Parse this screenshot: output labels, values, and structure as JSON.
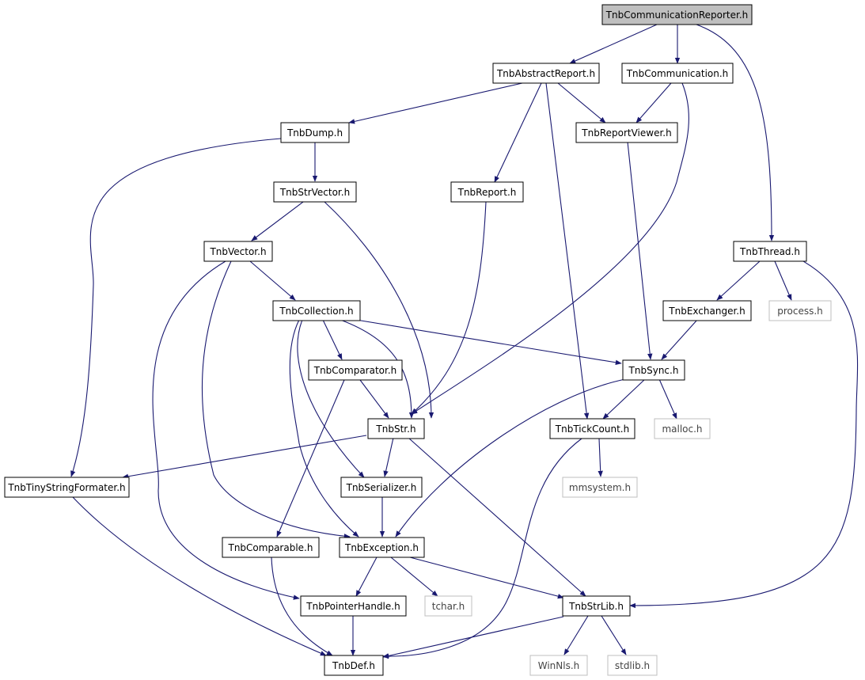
{
  "graph": {
    "nodes": {
      "n_root": "TnbCommunicationReporter.h",
      "n_abstract": "TnbAbstractReport.h",
      "n_comm": "TnbCommunication.h",
      "n_dump": "TnbDump.h",
      "n_viewer": "TnbReportViewer.h",
      "n_strvec": "TnbStrVector.h",
      "n_report": "TnbReport.h",
      "n_vector": "TnbVector.h",
      "n_thread": "TnbThread.h",
      "n_collection": "TnbCollection.h",
      "n_exchanger": "TnbExchanger.h",
      "n_process": "process.h",
      "n_comparator": "TnbComparator.h",
      "n_sync": "TnbSync.h",
      "n_str": "TnbStr.h",
      "n_tick": "TnbTickCount.h",
      "n_malloc": "malloc.h",
      "n_tiny": "TnbTinyStringFormater.h",
      "n_serializer": "TnbSerializer.h",
      "n_mmsystem": "mmsystem.h",
      "n_comparable": "TnbComparable.h",
      "n_exception": "TnbException.h",
      "n_pointer": "TnbPointerHandle.h",
      "n_tchar": "tchar.h",
      "n_strlib": "TnbStrLib.h",
      "n_def": "TnbDef.h",
      "n_winnls": "WinNls.h",
      "n_stdlib": "stdlib.h"
    },
    "colors": {
      "edge": "#191970",
      "root_fill": "#bfbfbf",
      "node_border": "#000000",
      "external_border": "#bfbfbf"
    }
  }
}
